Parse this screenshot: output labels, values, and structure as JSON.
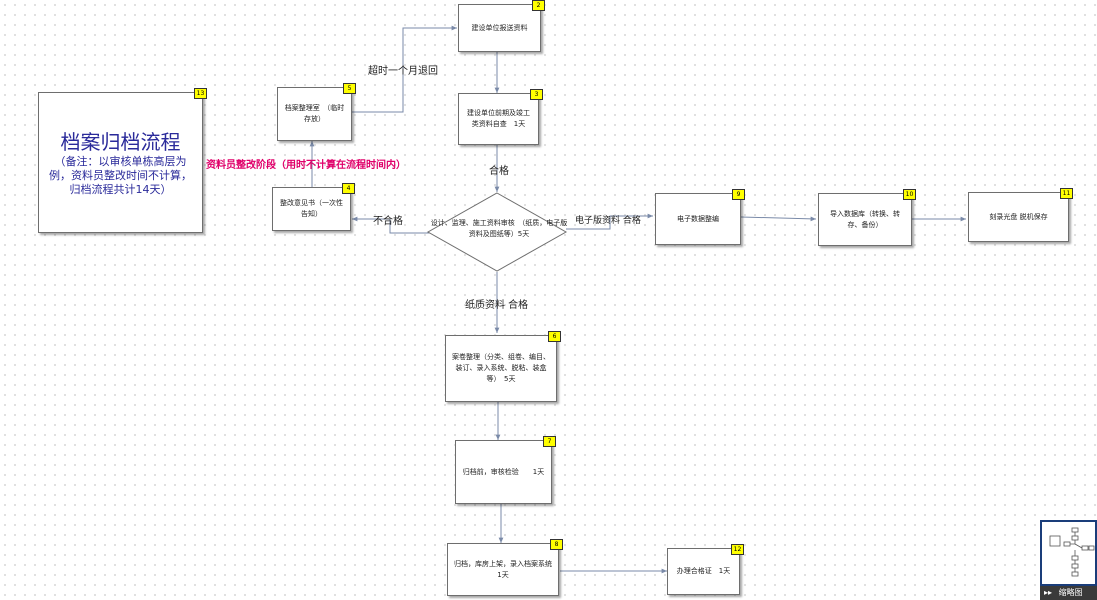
{
  "title": {
    "main": "档案归档流程",
    "note": "（备注：以审核单栋高层为例，资料员整改时间不计算，归档流程共计14天）",
    "badge": "13"
  },
  "nodes": {
    "n2": {
      "text": "建设单位报送资料",
      "badge": "2"
    },
    "n3": {
      "text": "建设单位前期及竣工类资料自查　1天",
      "badge": "3"
    },
    "n5": {
      "text": "档案整理室　（临时存放）",
      "badge": "5"
    },
    "n4": {
      "text": "整改意见书（一次性告知）",
      "badge": "4"
    },
    "diamond": {
      "text": "设计、监理、施工资料审核　（纸质，电子版资料及图纸等）5天"
    },
    "n9": {
      "text": "电子数据整编",
      "badge": "9"
    },
    "n10": {
      "text": "导入数据库（转换、转存、备份）",
      "badge": "10"
    },
    "n11": {
      "text": "刻录光盘 脱机保存",
      "badge": "11"
    },
    "n6": {
      "text": "案卷整理（分类、组卷、编目、装订、录入系统、脱粘、装盒等）　5天",
      "badge": "6"
    },
    "n7": {
      "text": "归档前，审核检验　　1天",
      "badge": "7"
    },
    "n8": {
      "text": "归档，库房上架，录入档案系统　　1天",
      "badge": "8"
    },
    "n12": {
      "text": "办理合格证　1天",
      "badge": "12"
    }
  },
  "labels": {
    "timeout": "超时一个月退回",
    "pass": "合格",
    "fail": "不合格",
    "rectify": "资料员整改阶段（用时不计算在流程时间内）",
    "electronic": "电子版资料 合格",
    "paper": "纸质资料 合格"
  },
  "minimap": {
    "label": "缩略图"
  }
}
